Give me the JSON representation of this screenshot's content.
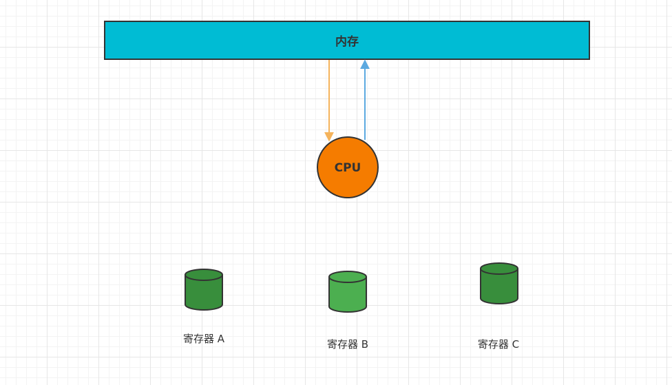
{
  "diagram": {
    "memory": {
      "label": "内存",
      "fill": "#00bcd4",
      "stroke": "#333333"
    },
    "cpu": {
      "label": "CPU",
      "fill": "#f57c00",
      "stroke": "#333333"
    },
    "arrows": {
      "read": {
        "color": "#f5b35b"
      },
      "write": {
        "color": "#5ba9e0"
      }
    },
    "registers": [
      {
        "label": "寄存器 A",
        "fill": "#388e3c"
      },
      {
        "label": "寄存器 B",
        "fill": "#4caf50"
      },
      {
        "label": "寄存器 C",
        "fill": "#388e3c"
      }
    ]
  }
}
